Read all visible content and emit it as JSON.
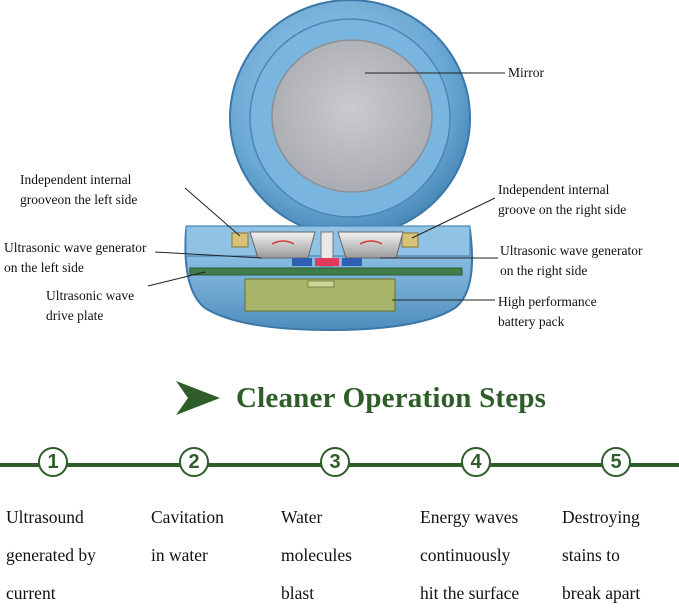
{
  "labels": {
    "mirror": "Mirror",
    "left_groove": "Independent internal\ngrooveon the left side",
    "right_groove": "Independent internal\ngroove on the right side",
    "left_generator": "Ultrasonic wave generator\non the left side",
    "right_generator": "Ultrasonic wave generator\non the right side",
    "drive_plate": "Ultrasonic wave\ndrive plate",
    "battery": "High performance\nbattery pack"
  },
  "heading": {
    "title": "Cleaner Operation Steps"
  },
  "steps": [
    {
      "number": "1",
      "text": "Ultrasound\ngenerated by\ncurrent"
    },
    {
      "number": "2",
      "text": "Cavitation\nin water"
    },
    {
      "number": "3",
      "text": "Water\nmolecules\nblast"
    },
    {
      "number": "4",
      "text": "Energy waves\ncontinuously\nhit the surface"
    },
    {
      "number": "5",
      "text": "Destroying\nstains to\nbreak apart"
    }
  ],
  "colors": {
    "accent": "#2f5d2a",
    "shell": "#5f9dc8",
    "mirror": "#b9bcc1",
    "battery": "#a8b56a"
  }
}
